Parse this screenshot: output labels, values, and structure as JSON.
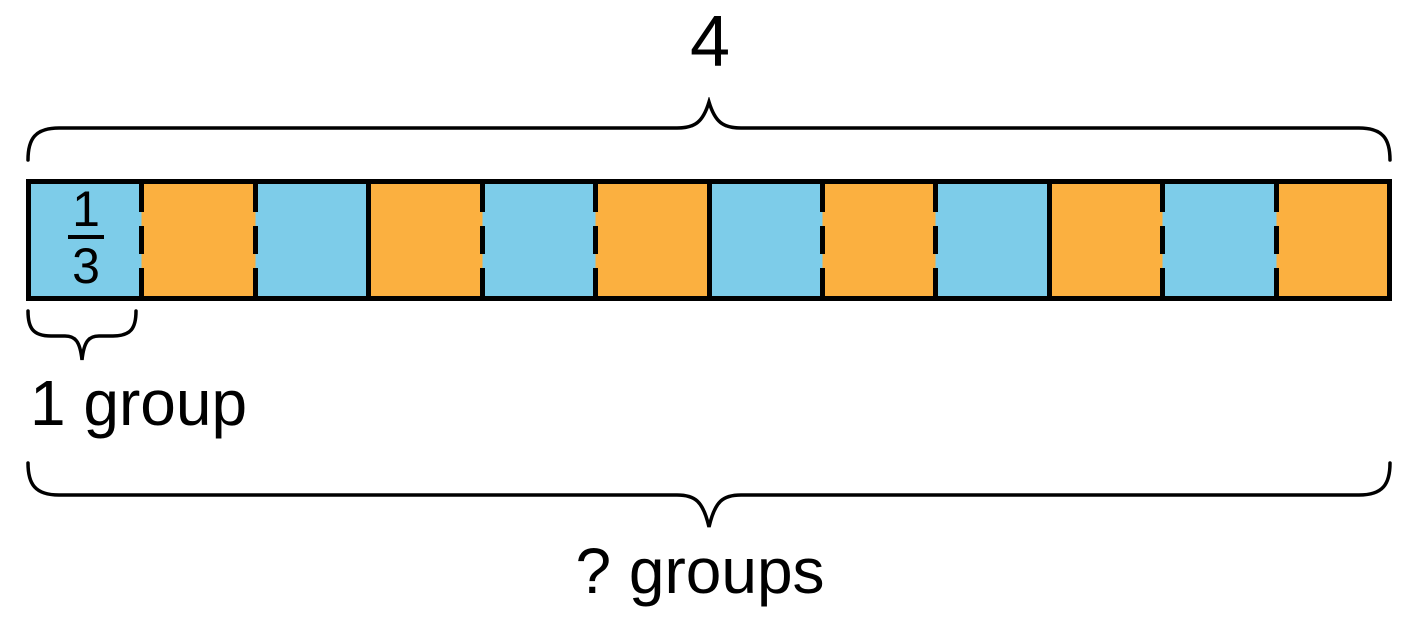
{
  "diagram": {
    "total_label": "4",
    "fraction": {
      "numerator": "1",
      "denominator": "3"
    },
    "group_label": "1 group",
    "question_label": "? groups",
    "num_cells": 12,
    "cells_per_group": 3,
    "cells": [
      "blue",
      "orange",
      "blue",
      "orange",
      "blue",
      "orange",
      "blue",
      "orange",
      "blue",
      "orange",
      "blue",
      "orange"
    ],
    "dividers": [
      "dashed",
      "dashed",
      "solid",
      "dashed",
      "dashed",
      "solid",
      "dashed",
      "dashed",
      "solid",
      "dashed",
      "dashed"
    ],
    "colors": {
      "blue": "#7DCCE9",
      "orange": "#FBB040",
      "line": "#000000",
      "background": "#FFFFFF"
    }
  }
}
